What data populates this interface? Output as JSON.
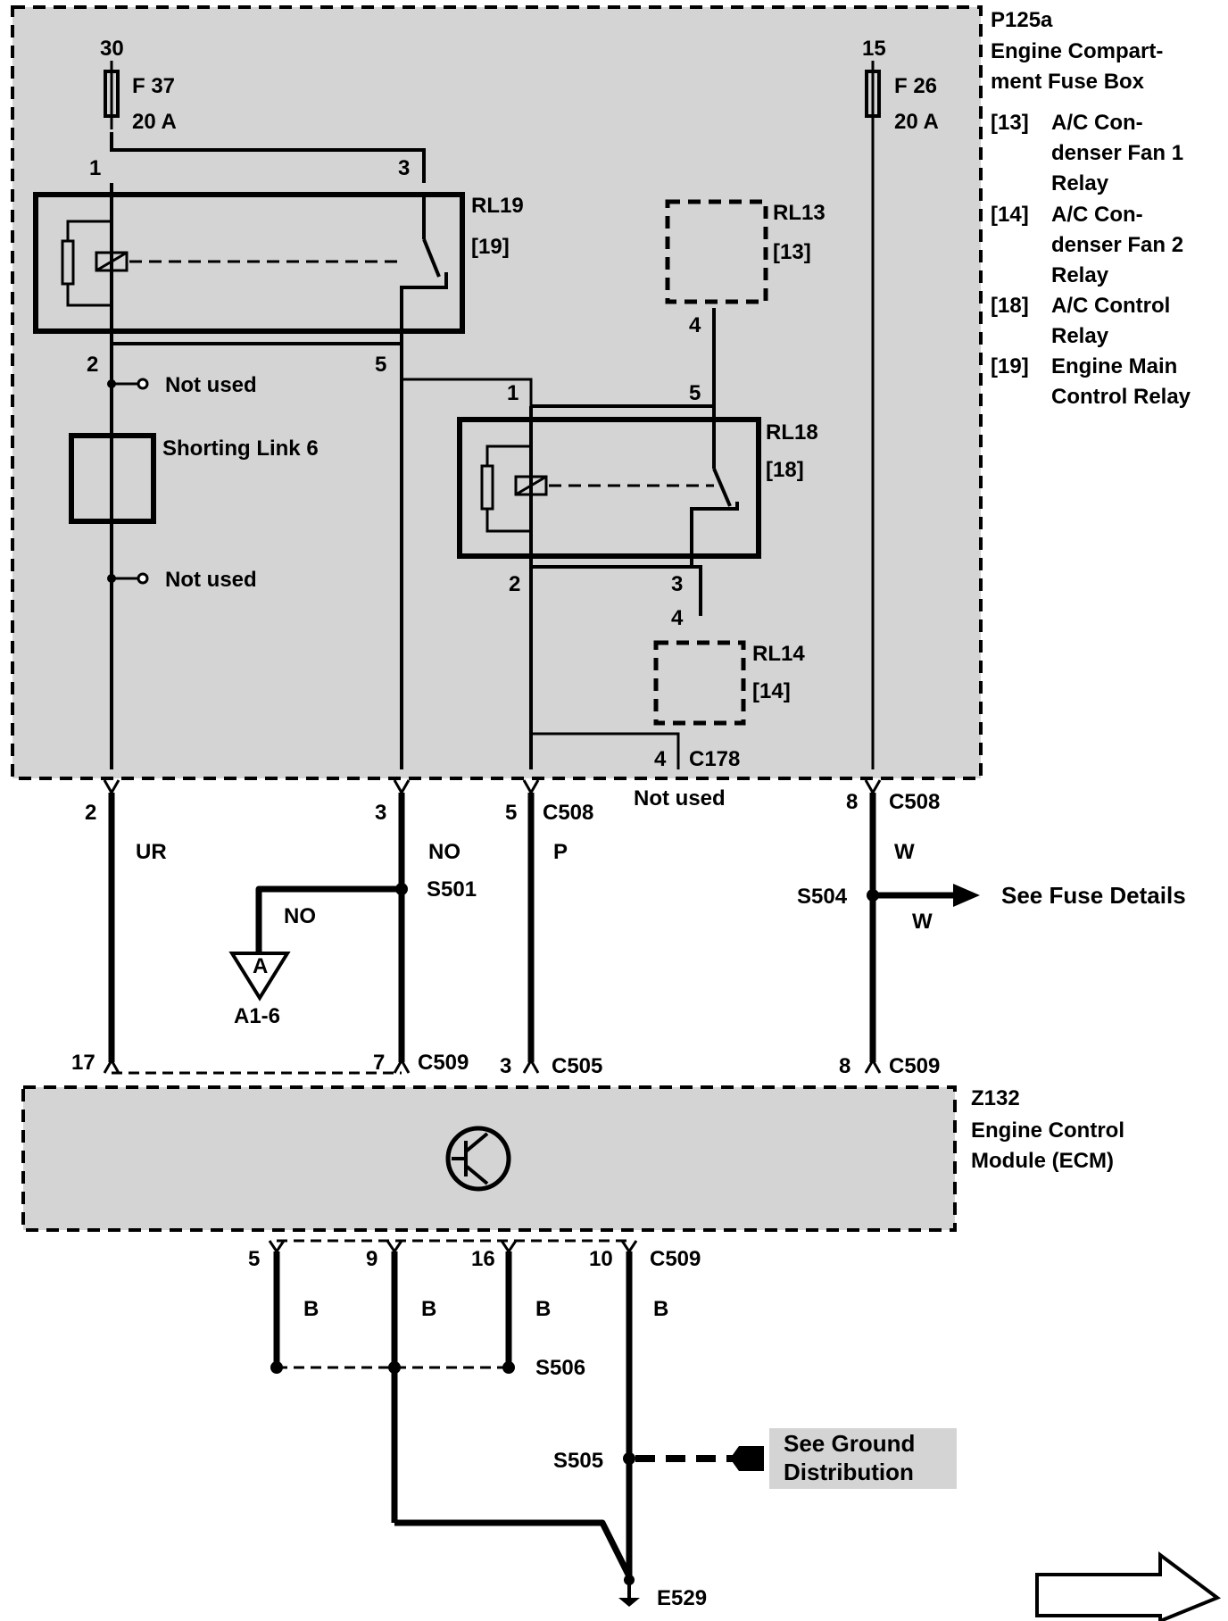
{
  "fusebox": {
    "id": "P125a",
    "title_lines": [
      "Engine Compart-",
      "ment Fuse Box"
    ],
    "legend": [
      {
        "key": "[13]",
        "lines": [
          "A/C Con-",
          "denser Fan 1",
          "Relay"
        ]
      },
      {
        "key": "[14]",
        "lines": [
          "A/C Con-",
          "denser Fan 2",
          "Relay"
        ]
      },
      {
        "key": "[18]",
        "lines": [
          "A/C Control",
          "Relay"
        ]
      },
      {
        "key": "[19]",
        "lines": [
          "Engine Main",
          "Control Relay"
        ]
      }
    ]
  },
  "fuses": {
    "f37": {
      "feed": "30",
      "name": "F 37",
      "rating": "20 A"
    },
    "f26": {
      "feed": "15",
      "name": "F 26",
      "rating": "20 A"
    }
  },
  "relays": {
    "rl19": {
      "name": "RL19",
      "ref": "[19]"
    },
    "rl13": {
      "name": "RL13",
      "ref": "[13]"
    },
    "rl18": {
      "name": "RL18",
      "ref": "[18]"
    },
    "rl14": {
      "name": "RL14",
      "ref": "[14]"
    }
  },
  "pins": {
    "rl19_1": "1",
    "rl19_3": "3",
    "rl19_2": "2",
    "rl19_5": "5",
    "rl13_4": "4",
    "rl18_1": "1",
    "rl18_5": "5",
    "rl18_2": "2",
    "rl18_3": "3",
    "rl14_4": "4",
    "c178_4": "4"
  },
  "labels": {
    "not_used_1": "Not used",
    "not_used_2": "Not used",
    "not_used_3": "Not used",
    "shorting_link": "Shorting Link 6",
    "c178": "C178"
  },
  "connectors": {
    "c508": "C508",
    "c508_b": "C508",
    "c509_top": "C509",
    "c505": "C505",
    "c509_top_b": "C509",
    "c509_bottom": "C509"
  },
  "wires": {
    "pin2": "2",
    "pin3": "3",
    "pin5": "5",
    "pin8": "8",
    "ur": "UR",
    "no": "NO",
    "p": "P",
    "w": "W",
    "w2": "W",
    "no2": "NO",
    "pin17": "17",
    "pin7": "7",
    "pin3b": "3",
    "pin8b": "8"
  },
  "splices": {
    "s501": "S501",
    "s504": "S504",
    "s506": "S506",
    "s505": "S505",
    "e529": "E529"
  },
  "refs": {
    "fuse_details": "See Fuse Details",
    "ground_lines": [
      "See Ground",
      "Distribution"
    ],
    "offpage_letter": "A",
    "offpage_ref": "A1-6"
  },
  "module": {
    "id": "Z132",
    "lines": [
      "Engine Control",
      "Module (ECM)"
    ]
  },
  "ground_pins": [
    {
      "pin": "5",
      "color": "B"
    },
    {
      "pin": "9",
      "color": "B"
    },
    {
      "pin": "16",
      "color": "B"
    },
    {
      "pin": "10",
      "color": "B"
    }
  ]
}
